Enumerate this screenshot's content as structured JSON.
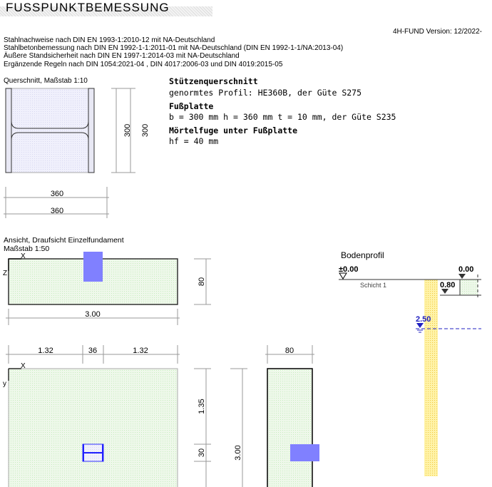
{
  "header": {
    "title": "FUSSPUNKTBEMESSUNG",
    "version": "4H-FUND Version: 12/2022-",
    "norms": [
      "Stahlnachweise nach DIN EN 1993-1:2010-12 mit NA-Deutschland",
      "Stahlbetonbemessung nach DIN EN 1992-1-1:2011-01 mit NA-Deutschland (DIN EN 1992-1-1/NA:2013-04)",
      "Äußere Standsicherheit nach DIN EN 1997-1:2014-03 mit NA-Deutschland",
      "Ergänzende Regeln nach DIN 1054:2021-04 , DIN 4017:2006-03 und DIN 4019:2015-05"
    ]
  },
  "cross_section": {
    "caption": "Querschnitt, Maßstab 1:10",
    "dim_height_1": "300",
    "dim_height_2": "300",
    "dim_width_1": "360",
    "dim_width_2": "360"
  },
  "properties": {
    "column_heading": "Stützenquerschnitt",
    "column_text": "genormtes Profil: HE360B, der Güte S275",
    "plate_heading": "Fußplatte",
    "plate_text": "b = 300 mm  h = 360 mm  t = 10 mm, der Güte S235",
    "grout_heading": "Mörtelfuge unter Fußplatte",
    "grout_text": "hf = 40 mm"
  },
  "foundation": {
    "caption": "Ansicht, Draufsicht Einzelfundament",
    "scale": "Maßstab 1:50",
    "axis_x": "X",
    "axis_z": "Z",
    "axis_x2": "X",
    "axis_y": "y",
    "dim_height": "80",
    "dim_length": "3.00",
    "dim_left": "1.32",
    "dim_column": "36",
    "dim_right": "1.32",
    "dim_y_offset": "1.35",
    "dim_y_column": "30",
    "dim_width": "3.00",
    "dim_side": "80"
  },
  "soil_profile": {
    "title": "Bodenprofil",
    "ground_level": "±0.00",
    "top_level": "0.00",
    "foundation_level": "0.80",
    "layer": "Schicht 1",
    "water_level": "2.50"
  },
  "colors": {
    "concrete": "#e4f8dc",
    "column": "#8080ff",
    "pile": "#fdeb7a",
    "water": "#2020c0"
  }
}
